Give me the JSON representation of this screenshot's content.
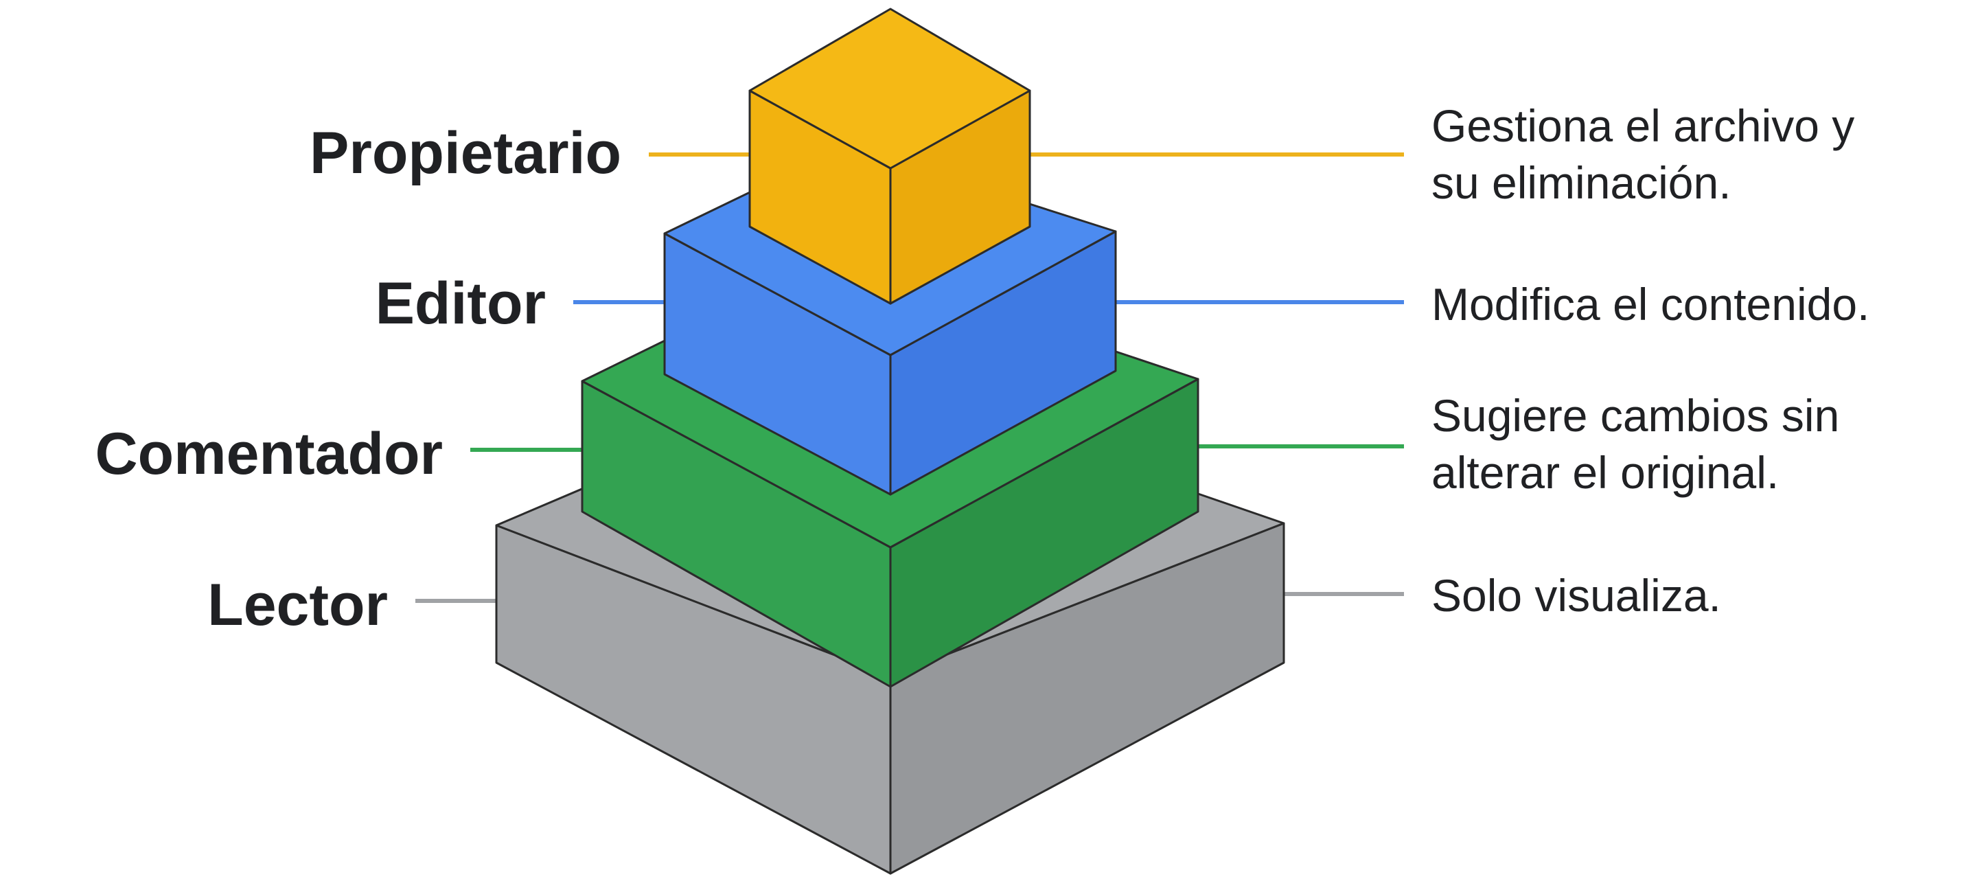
{
  "levels": [
    {
      "id": "propietario",
      "role": "Propietario",
      "description_lines": [
        "Gestiona el archivo y",
        "su eliminación."
      ],
      "colors": {
        "top": "#F5B915",
        "left": "#F2B20F",
        "right": "#EBAA0C",
        "line": "#EDB21C"
      }
    },
    {
      "id": "editor",
      "role": "Editor",
      "description_lines": [
        "Modifica el contenido."
      ],
      "colors": {
        "top": "#4C8BF0",
        "left": "#4A86EC",
        "right": "#3F7AE3",
        "line": "#4A86E8"
      }
    },
    {
      "id": "comentador",
      "role": "Comentador",
      "description_lines": [
        "Sugiere cambios sin",
        "alterar el original."
      ],
      "colors": {
        "top": "#34A853",
        "left": "#33A251",
        "right": "#2B9246",
        "line": "#34A853"
      }
    },
    {
      "id": "lector",
      "role": "Lector",
      "description_lines": [
        "Solo visualiza."
      ],
      "colors": {
        "top": "#A7A9AC",
        "left": "#A3A5A8",
        "right": "#96989B",
        "line": "#A0A2A5"
      }
    }
  ]
}
